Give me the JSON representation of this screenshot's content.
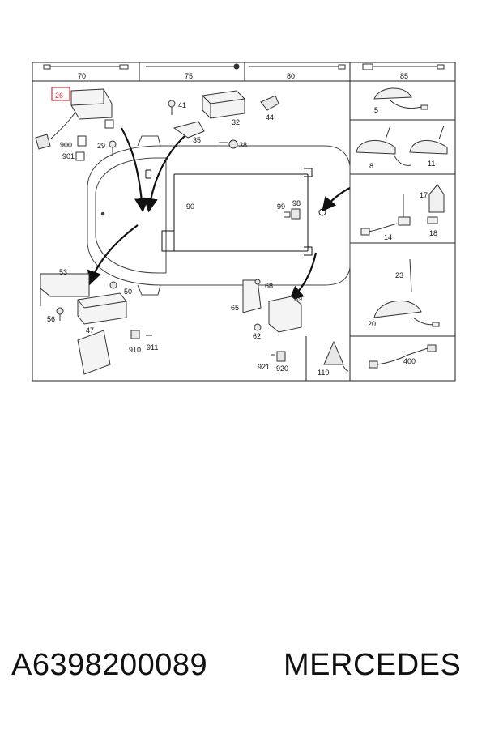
{
  "header_columns": [
    {
      "label": "70"
    },
    {
      "label": "75"
    },
    {
      "label": "80"
    },
    {
      "label": "85"
    }
  ],
  "callouts": {
    "c26": "26",
    "c900": "900",
    "c901": "901",
    "c29": "29",
    "c41": "41",
    "c32": "32",
    "c44": "44",
    "c35": "35",
    "c38": "38",
    "c90": "90",
    "c99": "99",
    "c98": "98",
    "c5": "5",
    "c8": "8",
    "c11": "11",
    "c17": "17",
    "c14": "14",
    "c18": "18",
    "c23": "23",
    "c20": "20",
    "c53": "53",
    "c56": "56",
    "c50": "50",
    "c47": "47",
    "c910": "910",
    "c911": "911",
    "c68": "68",
    "c65": "65",
    "c59": "59",
    "c62": "62",
    "c921": "921",
    "c920": "920",
    "c110": "110",
    "c400": "400"
  },
  "highlight_color": "#e0303a",
  "caption": {
    "part_number": "A6398200089",
    "brand": "MERCEDES"
  }
}
